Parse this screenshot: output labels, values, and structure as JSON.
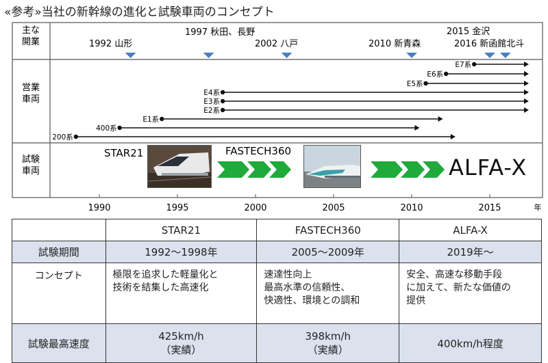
{
  "title": "«参考»当社の新幹線の進化と試験車両のコンセプト",
  "row_labels": {
    "main": "主な\n開業",
    "eigyo": "営業\n車両",
    "shiken": "試験\n車両"
  },
  "openings": [
    {
      "year": 1992,
      "label": "1992  山形"
    },
    {
      "year": 1997,
      "label": "1997  秋田、長野"
    },
    {
      "year": 2002,
      "label": "2002  八戸"
    },
    {
      "year": 2010,
      "label": "2010  新青森"
    },
    {
      "year": 2015,
      "label": "2015  金沢"
    },
    {
      "year": 2016,
      "label": "2016  新函館北斗"
    }
  ],
  "vehicles": [
    {
      "name": "E7系",
      "start": 2014.0,
      "end": 2017.5
    },
    {
      "name": "E6系",
      "start": 2012.2,
      "end": 2017.5
    },
    {
      "name": "E5系",
      "start": 2010.9,
      "end": 2017.5
    },
    {
      "name": "E4系",
      "start": 1997.9,
      "end": 2017.5
    },
    {
      "name": "E3系",
      "start": 1997.9,
      "end": 2017.5
    },
    {
      "name": "E2系",
      "start": 1997.9,
      "end": 2017.5
    },
    {
      "name": "E1系",
      "start": 1994.0,
      "end": 2012.0
    },
    {
      "name": "400系",
      "start": 1991.3,
      "end": 2010.5
    },
    {
      "name": "200系",
      "start": 1988.5,
      "end": 2012.8
    }
  ],
  "test_vehicles": {
    "star21": "STAR21",
    "fastech": "FASTECH360",
    "alfax": "ALFA-X"
  },
  "axis": {
    "ticks": [
      1990,
      1995,
      2000,
      2005,
      2010,
      2015
    ],
    "unit": "年"
  },
  "colors": {
    "marker": "#4a7fc0",
    "chevron": "#1faa3a",
    "table_shade": "#dbe2ee"
  },
  "table": {
    "headers": [
      "",
      "STAR21",
      "FASTECH360",
      "ALFA-X"
    ],
    "rows": [
      {
        "label": "試験期間",
        "cells": [
          "1992〜1998年",
          "2005〜2009年",
          "2019年〜"
        ]
      },
      {
        "label": "コンセプト",
        "cells": [
          "極限を追求した軽量化と\n技術を結集した高速化",
          "速達性向上\n最高水準の信頼性、\n快適性、環境との調和",
          "安全、高速な移動手段\nに加えて、新たな価値の\n提供"
        ]
      },
      {
        "label": "試験最高速度",
        "cells": [
          "425km/h\n（実績）",
          "398km/h\n（実績）",
          "400km/h程度"
        ]
      }
    ]
  }
}
